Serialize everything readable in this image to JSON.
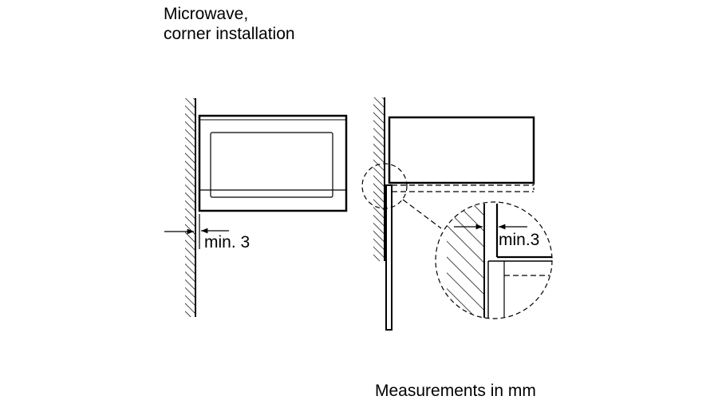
{
  "title": {
    "line1": "Microwave,",
    "line2": "corner installation"
  },
  "left_view": {
    "dimension_label": "min. 3"
  },
  "right_view": {
    "detail_dimension_label": "min.3"
  },
  "footer": {
    "units_note": "Measurements in mm"
  },
  "colors": {
    "ink": "#000000",
    "background": "#ffffff"
  }
}
